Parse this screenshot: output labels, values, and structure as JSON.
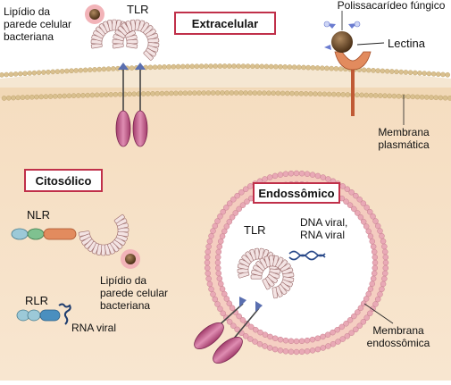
{
  "labels": {
    "extracelular": "Extracelular",
    "citosolico": "Citosólico",
    "endossomico": "Endossômico",
    "tlr_top": "TLR",
    "tlr_endo": "TLR",
    "nlr": "NLR",
    "rlr": "RLR",
    "lectina": "Lectina",
    "polissacarideo": "Polissacarídeo fúngico",
    "lipidio_top": [
      "Lipídio da",
      "parede celular",
      "bacteriana"
    ],
    "lipidio_cyto": [
      "Lipídio da",
      "parede celular",
      "bacteriana"
    ],
    "dna_rna_viral": [
      "DNA viral,",
      "RNA viral"
    ],
    "rna_viral": "RNA viral",
    "membrana_plasmatica": [
      "Membrana",
      "plasmática"
    ],
    "membrana_endossomica": [
      "Membrana",
      "endossômica"
    ]
  },
  "colors": {
    "cytoplasm": "#f7e1c6",
    "membrane_band": "#eed7b8",
    "lipid_head": "#d8bf93",
    "endosome_head": "#e9aebb",
    "receptor_magenta": "#c65a8a",
    "lectin_orange": "#e28b5e",
    "box_border": "#c0304a",
    "pathogen_brown": "#6b4a2a",
    "pathogen_halo": "#f2b3b8"
  }
}
